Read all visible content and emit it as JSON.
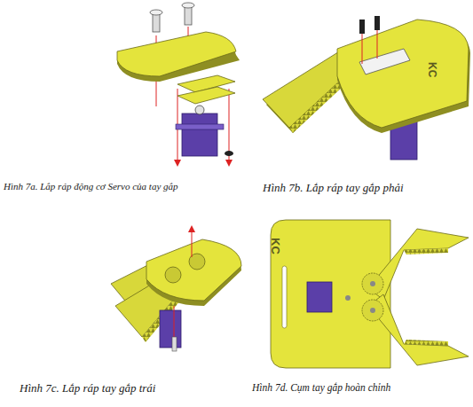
{
  "diagram": {
    "labels": [
      "Hình 7a. Lắp ráp động cơ Servo của tay gắp",
      "Hình 7b. Lắp ráp tay gắp phải",
      "Hình 7c. Lắp ráp tay gắp trái",
      "Hình 7d. Cụm tay gắp hoàn chỉnh",
      "KC",
      "KC"
    ]
  }
}
